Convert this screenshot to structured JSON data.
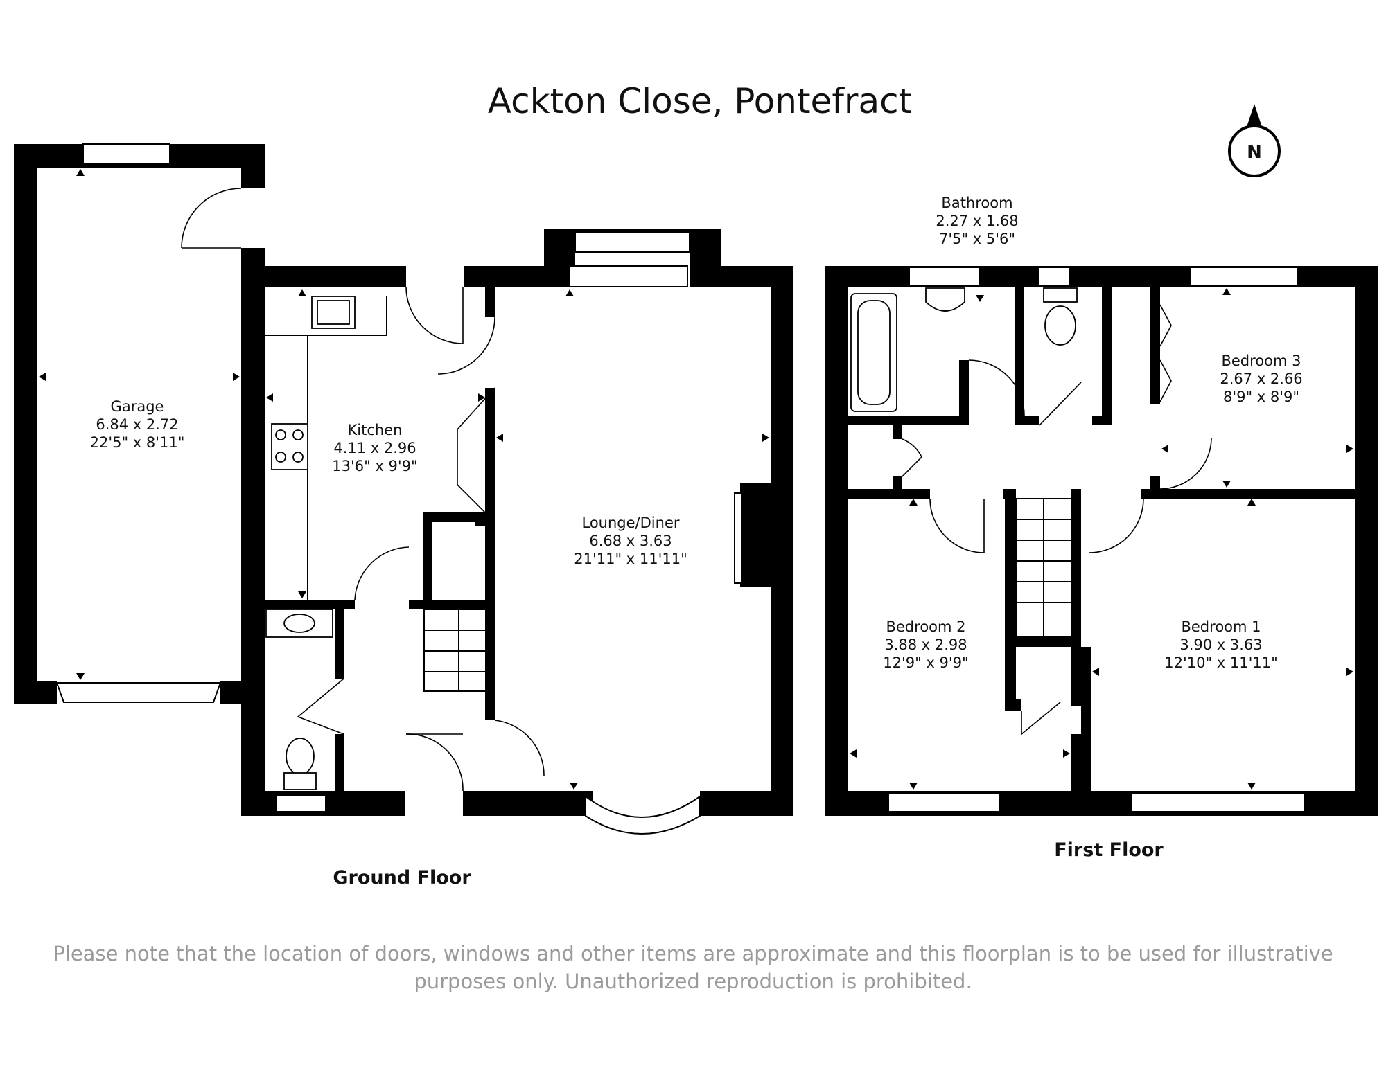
{
  "title": "Ackton Close, Pontefract",
  "compass_label": "N",
  "floors": [
    {
      "name": "Ground Floor",
      "rooms": [
        {
          "id": "garage",
          "name": "Garage",
          "metric": "6.84 x 2.72",
          "imperial": "22'5\" x 8'11\""
        },
        {
          "id": "kitchen",
          "name": "Kitchen",
          "metric": "4.11 x 2.96",
          "imperial": "13'6\" x 9'9\""
        },
        {
          "id": "lounge",
          "name": "Lounge/Diner",
          "metric": "6.68 x 3.63",
          "imperial": "21'11\" x 11'11\""
        }
      ]
    },
    {
      "name": "First Floor",
      "rooms": [
        {
          "id": "bathroom",
          "name": "Bathroom",
          "metric": "2.27 x 1.68",
          "imperial": "7'5\" x 5'6\""
        },
        {
          "id": "bedroom3",
          "name": "Bedroom 3",
          "metric": "2.67 x 2.66",
          "imperial": "8'9\" x 8'9\""
        },
        {
          "id": "bedroom2",
          "name": "Bedroom 2",
          "metric": "3.88 x 2.98",
          "imperial": "12'9\" x 9'9\""
        },
        {
          "id": "bedroom1",
          "name": "Bedroom 1",
          "metric": "3.90 x 3.63",
          "imperial": "12'10\" x 11'11\""
        }
      ]
    }
  ],
  "disclaimer": {
    "line1": "Please note that the location of doors, windows and other items are approximate and this floorplan is to be used for illustrative",
    "line2": "purposes only. Unauthorized reproduction is prohibited."
  }
}
